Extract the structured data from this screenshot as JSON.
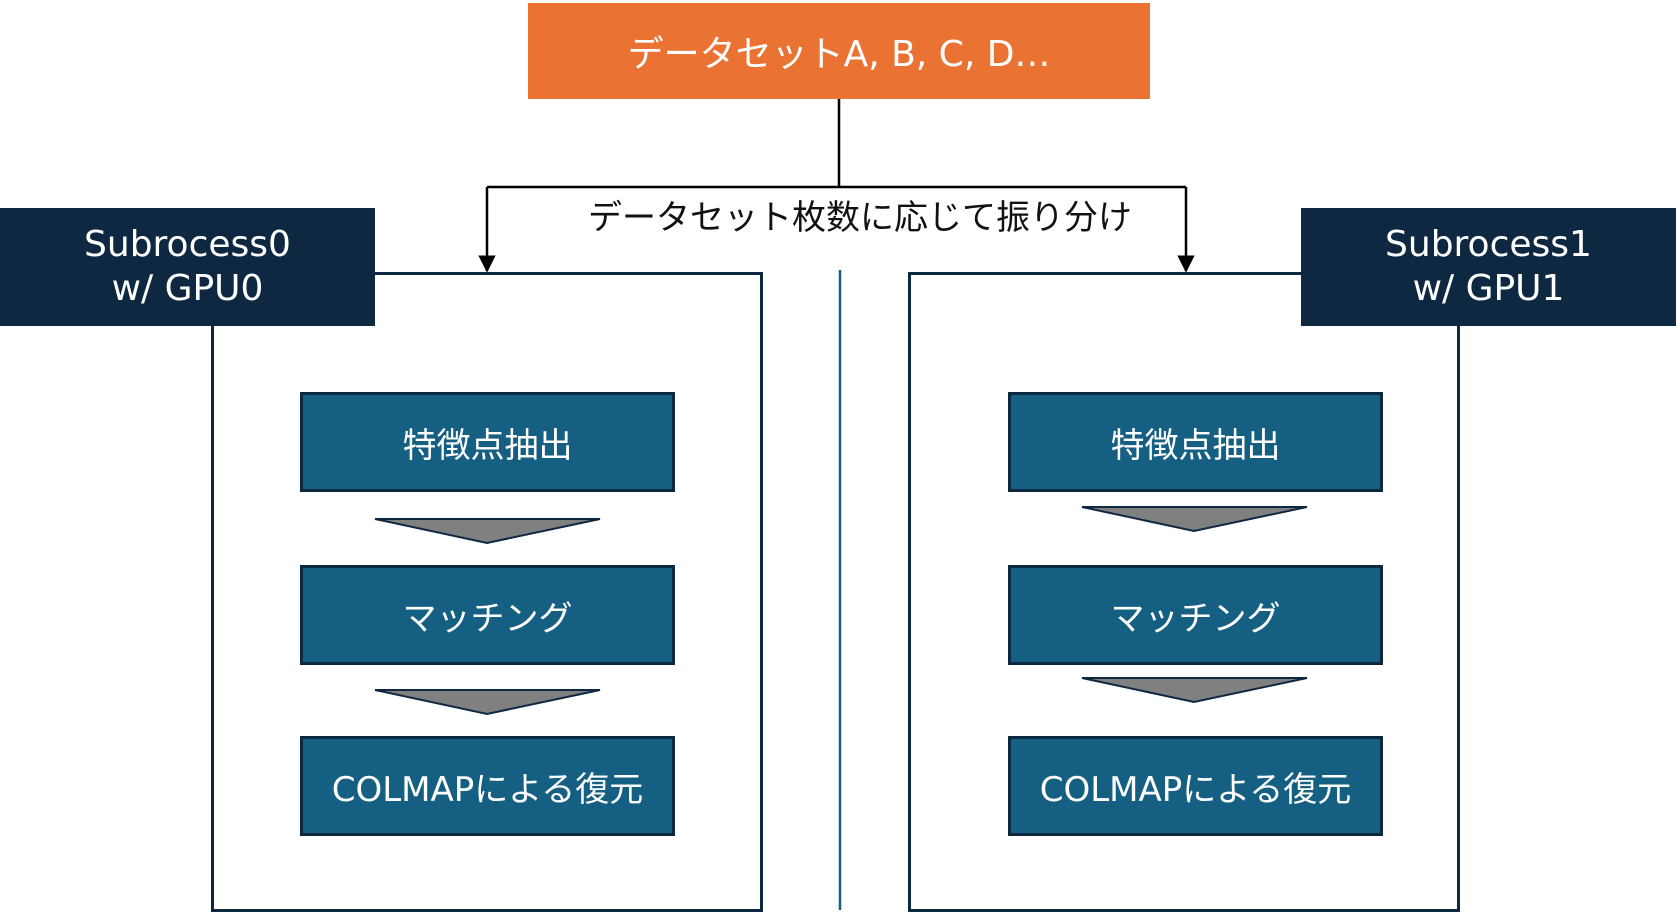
{
  "source": {
    "label": "データセットA, B, C, D…"
  },
  "distribution": {
    "label": "データセット枚数に応じて振り分け"
  },
  "workers": [
    {
      "header_line1": "Subrocess0",
      "header_line2": "w/ GPU0",
      "steps": [
        "特徴点抽出",
        "マッチング",
        "COLMAPによる復元"
      ]
    },
    {
      "header_line1": "Subrocess1",
      "header_line2": "w/ GPU1",
      "steps": [
        "特徴点抽出",
        "マッチング",
        "COLMAPによる復元"
      ]
    }
  ],
  "colors": {
    "source_fill": "#ea7333",
    "header_fill": "#0e2841",
    "step_fill": "#156082",
    "step_arrow_fill": "#808080",
    "divider": "#156082"
  }
}
